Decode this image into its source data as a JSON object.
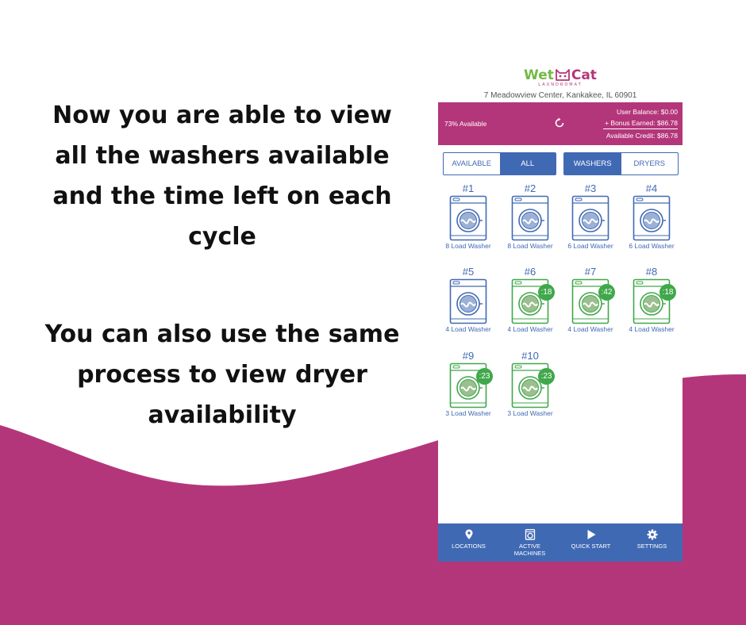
{
  "instructions": {
    "line1": "Now you are able to view",
    "line2": "all the washers available",
    "line3": "and the time left on each",
    "line4": "cycle",
    "line5": "You can also use the same",
    "line6": "process to view dryer",
    "line7": "availability"
  },
  "colors": {
    "brand_magenta": "#b4367a",
    "brand_green": "#74b843",
    "app_blue": "#4069b4",
    "busy_green": "#40a84a",
    "idle_blue": "#4069b4"
  },
  "app": {
    "logo": {
      "wet": "Wet",
      "cat": "Cat",
      "subtitle": "LAUNDROMAT",
      "icon": "cat-face-icon"
    },
    "address": "7 Meadowview Center, Kankakee, IL 60901",
    "status": {
      "available": "73% Available",
      "user_balance": "User Balance: $0.00",
      "bonus_earned": "+ Bonus Earned: $86.78",
      "available_credit": "Available Credit: $86.78",
      "refresh_icon": "refresh-icon"
    },
    "filter_tabs": [
      {
        "label": "AVAILABLE",
        "active": false
      },
      {
        "label": "ALL",
        "active": true
      }
    ],
    "type_tabs": [
      {
        "label": "WASHERS",
        "active": true
      },
      {
        "label": "DRYERS",
        "active": false
      }
    ],
    "machines": [
      {
        "number": "#1",
        "label": "8 Load Washer",
        "in_use": false,
        "time_left": ""
      },
      {
        "number": "#2",
        "label": "8 Load Washer",
        "in_use": false,
        "time_left": ""
      },
      {
        "number": "#3",
        "label": "6 Load Washer",
        "in_use": false,
        "time_left": ""
      },
      {
        "number": "#4",
        "label": "6 Load Washer",
        "in_use": false,
        "time_left": ""
      },
      {
        "number": "#5",
        "label": "4 Load Washer",
        "in_use": false,
        "time_left": ""
      },
      {
        "number": "#6",
        "label": "4 Load Washer",
        "in_use": true,
        "time_left": ":18"
      },
      {
        "number": "#7",
        "label": "4 Load Washer",
        "in_use": true,
        "time_left": ":42"
      },
      {
        "number": "#8",
        "label": "4 Load Washer",
        "in_use": true,
        "time_left": ":18"
      },
      {
        "number": "#9",
        "label": "3 Load Washer",
        "in_use": true,
        "time_left": ":23"
      },
      {
        "number": "#10",
        "label": "3 Load Washer",
        "in_use": true,
        "time_left": ":23"
      }
    ],
    "nav": [
      {
        "label": "LOCATIONS",
        "icon": "location-pin-icon"
      },
      {
        "label": "ACTIVE MACHINES",
        "icon": "washer-icon"
      },
      {
        "label": "QUICK START",
        "icon": "play-icon"
      },
      {
        "label": "SETTINGS",
        "icon": "gear-icon"
      }
    ]
  }
}
